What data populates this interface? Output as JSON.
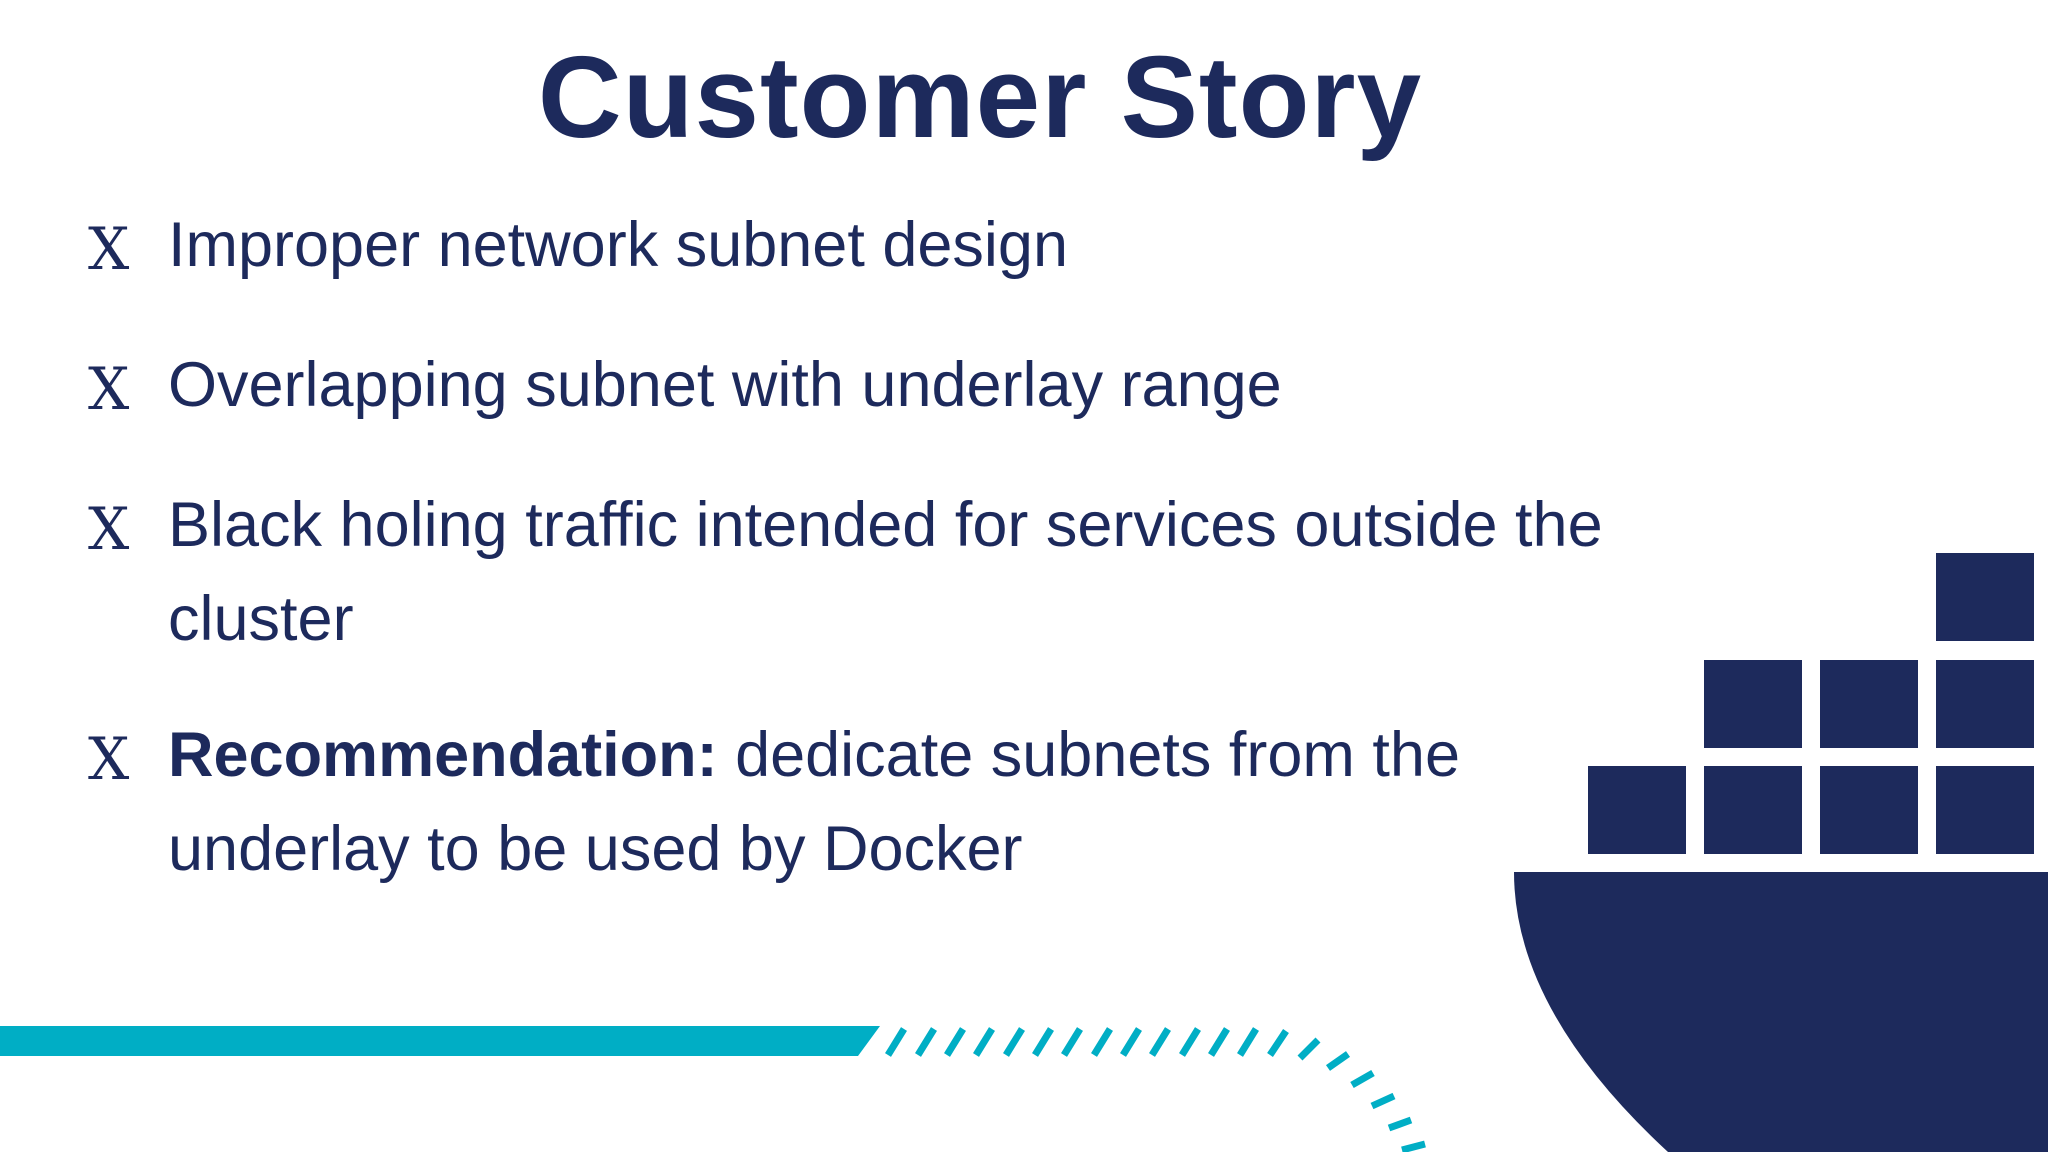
{
  "slide": {
    "title": "Customer Story",
    "bullet_marker": "X",
    "bullets": [
      {
        "text": "Improper network subnet design"
      },
      {
        "text": "Overlapping subnet with underlay range"
      },
      {
        "text": "Black holing traffic intended for services outside the cluster"
      },
      {
        "lead": "Recommendation:",
        "text": " dedicate subnets from the underlay to be used by Docker"
      }
    ]
  },
  "colors": {
    "navy": "#1d2a5c",
    "teal": "#00aec5",
    "background": "#ffffff"
  },
  "icons": {
    "docker_whale": "docker-ship-icon",
    "accent_stripe": "teal-stripe"
  }
}
